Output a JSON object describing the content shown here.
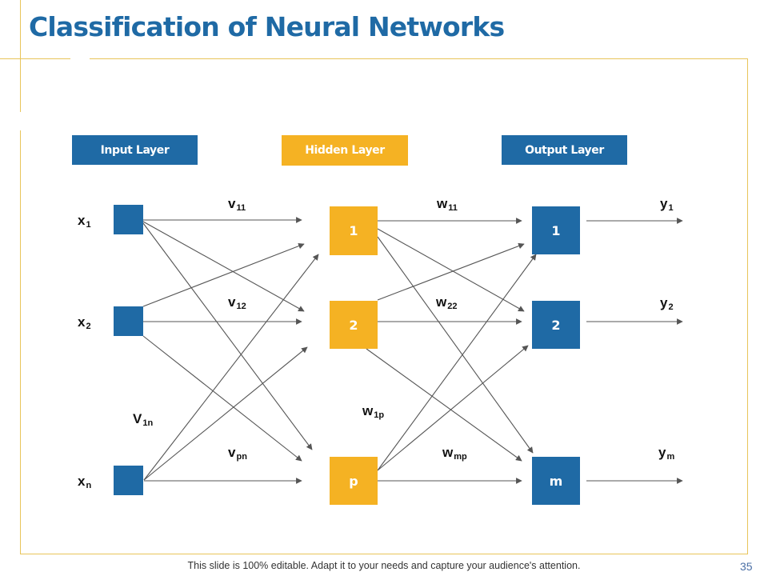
{
  "title": "Classification of Neural Networks",
  "colors": {
    "accent_blue": "#1f6aa5",
    "accent_gold": "#f5b223",
    "frame": "#e8c55a",
    "wire": "#555555"
  },
  "layers": {
    "input": "Input Layer",
    "hidden": "Hidden Layer",
    "output": "Output Layer"
  },
  "input_nodes": [
    {
      "id": "x1",
      "label": "x",
      "sub": "1"
    },
    {
      "id": "x2",
      "label": "x",
      "sub": "2"
    },
    {
      "id": "xn",
      "label": "x",
      "sub": "n"
    }
  ],
  "hidden_nodes": [
    {
      "id": "h1",
      "text": "1"
    },
    {
      "id": "h2",
      "text": "2"
    },
    {
      "id": "hp",
      "text": "p"
    }
  ],
  "output_nodes": [
    {
      "id": "o1",
      "text": "1"
    },
    {
      "id": "o2",
      "text": "2"
    },
    {
      "id": "om",
      "text": "m"
    }
  ],
  "outputs": [
    {
      "label": "y",
      "sub": "1"
    },
    {
      "label": "y",
      "sub": "2"
    },
    {
      "label": "y",
      "sub": "m"
    }
  ],
  "weights": {
    "v11": {
      "label": "v",
      "sub": "11"
    },
    "v12": {
      "label": "v",
      "sub": "12"
    },
    "v1n": {
      "label": "V",
      "sub": "1n"
    },
    "vpn": {
      "label": "v",
      "sub": "pn"
    },
    "w11": {
      "label": "w",
      "sub": "11"
    },
    "w22": {
      "label": "w",
      "sub": "22"
    },
    "w1p": {
      "label": "w",
      "sub": "1p"
    },
    "wmp": {
      "label": "w",
      "sub": "mp"
    }
  },
  "connections": {
    "input_to_hidden": [
      [
        "x1",
        "h1"
      ],
      [
        "x1",
        "h2"
      ],
      [
        "x1",
        "hp"
      ],
      [
        "x2",
        "h1"
      ],
      [
        "x2",
        "h2"
      ],
      [
        "x2",
        "hp"
      ],
      [
        "xn",
        "h1"
      ],
      [
        "xn",
        "h2"
      ],
      [
        "xn",
        "hp"
      ]
    ],
    "hidden_to_output": [
      [
        "h1",
        "o1"
      ],
      [
        "h1",
        "o2"
      ],
      [
        "h1",
        "om"
      ],
      [
        "h2",
        "o1"
      ],
      [
        "h2",
        "o2"
      ],
      [
        "h2",
        "om"
      ],
      [
        "hp",
        "o1"
      ],
      [
        "hp",
        "o2"
      ],
      [
        "hp",
        "om"
      ]
    ],
    "output_edges": [
      [
        "o1",
        "y1"
      ],
      [
        "o2",
        "y2"
      ],
      [
        "om",
        "ym"
      ]
    ]
  },
  "footer": "This slide is 100% editable. Adapt it to your needs and capture your audience's attention.",
  "page_number": "35"
}
